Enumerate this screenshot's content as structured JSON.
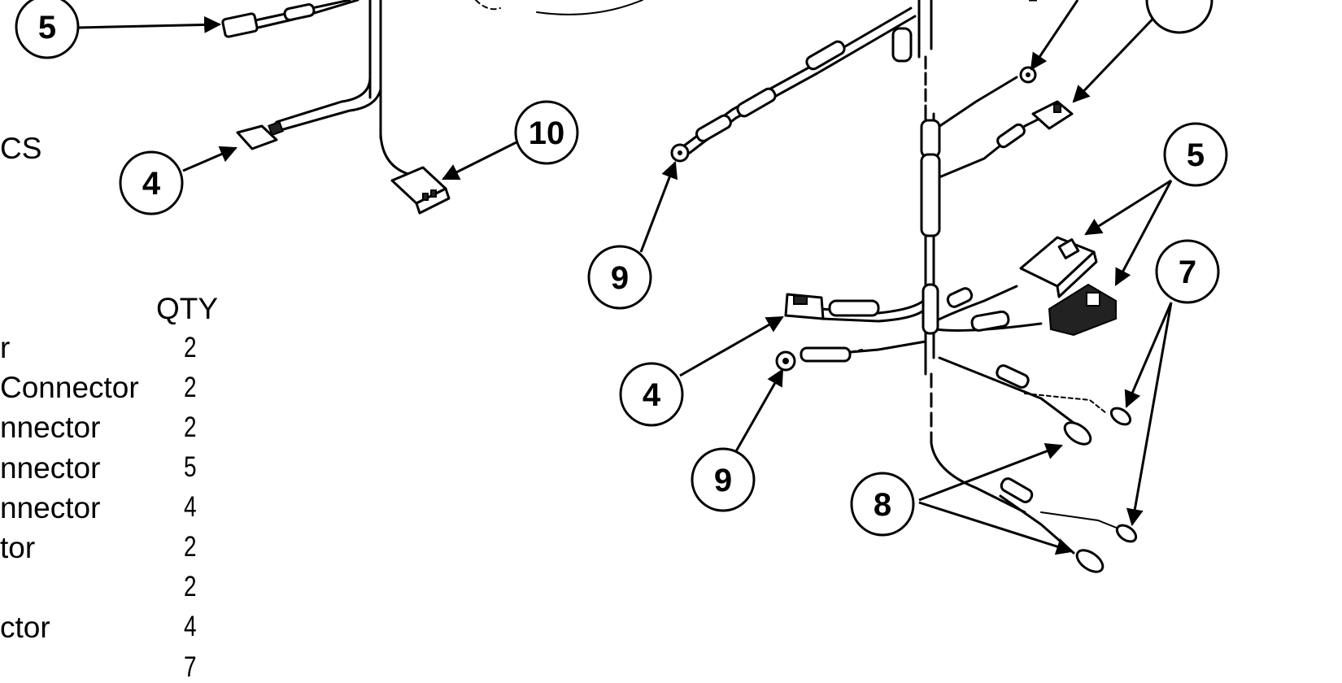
{
  "parts_list": {
    "header_partial": "CS",
    "qty_header": "QTY",
    "rows": [
      {
        "desc": "r",
        "qty": "2"
      },
      {
        "desc": "Connector",
        "qty": "2"
      },
      {
        "desc": "nnector",
        "qty": "2"
      },
      {
        "desc": "nnector",
        "qty": "5"
      },
      {
        "desc": "nnector",
        "qty": "4"
      },
      {
        "desc": "tor",
        "qty": "2"
      },
      {
        "desc": "",
        "qty": "2"
      },
      {
        "desc": "ctor",
        "qty": "4"
      },
      {
        "desc": "",
        "qty": "7"
      }
    ]
  },
  "callouts": {
    "left_5": "5",
    "left_4": "4",
    "left_10": "10",
    "right_9_top": "9",
    "right_5": "5",
    "right_7": "7",
    "right_4": "4",
    "right_9_bottom": "9",
    "right_8": "8"
  }
}
